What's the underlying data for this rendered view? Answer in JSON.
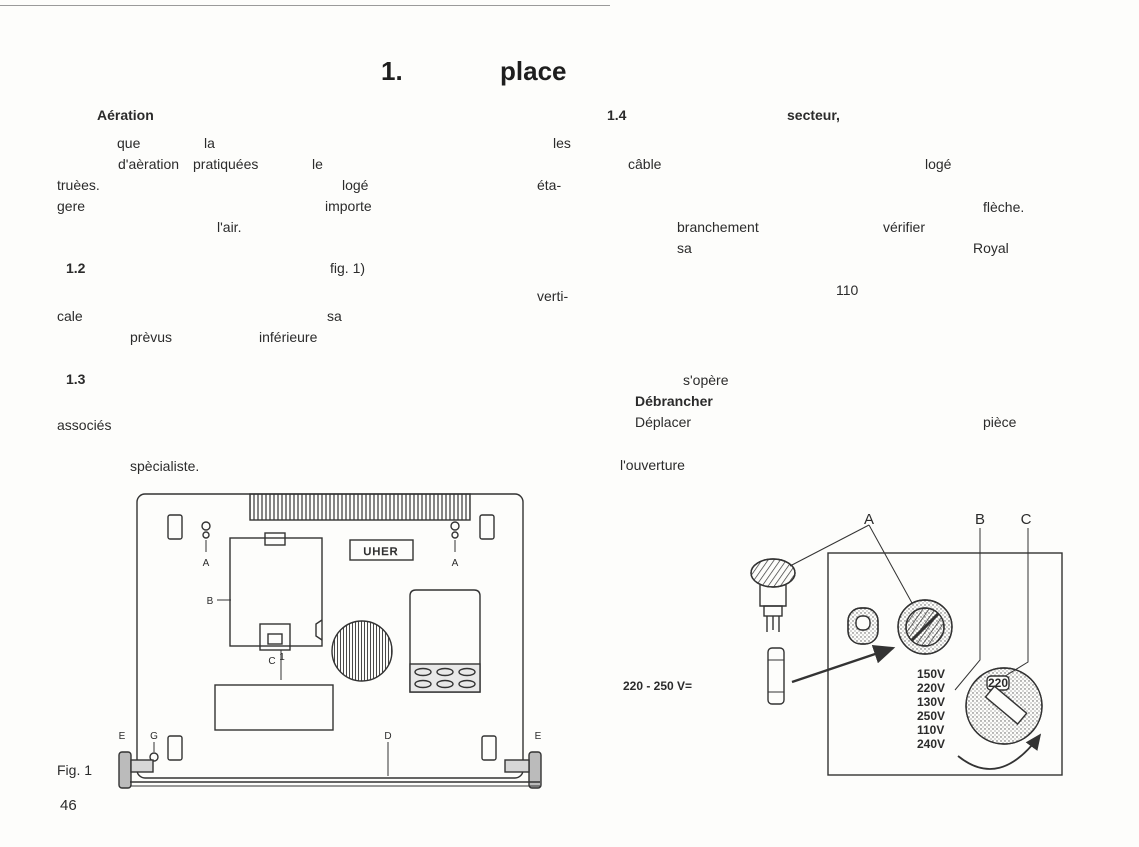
{
  "header": {
    "section_number": "1.",
    "title_word": "place"
  },
  "section_1_1": {
    "heading": "Aération",
    "lines": [
      [
        "que",
        "la",
        "les"
      ],
      [
        "d'aèration",
        "pratiquées",
        "le"
      ],
      [
        "truèes.",
        "logé",
        "éta-"
      ],
      [
        "gere",
        "importe"
      ],
      [
        "l'air."
      ]
    ]
  },
  "section_1_2": {
    "number": "1.2",
    "ref": "fig. 1)",
    "lines": [
      [
        "verti-"
      ],
      [
        "cale",
        "sa"
      ],
      [
        "prèvus",
        "inférieure"
      ]
    ]
  },
  "section_1_3": {
    "number": "1.3",
    "lines": [
      [
        "associés"
      ],
      [
        "spècialiste."
      ]
    ]
  },
  "section_1_4": {
    "number": "1.4",
    "heading": "secteur,",
    "lines": [
      [
        "câble",
        "logé"
      ],
      [
        "flèche."
      ],
      [
        "branchement",
        "vérifier"
      ],
      [
        "sa",
        "Royal"
      ],
      [
        "110"
      ],
      [
        "s'opère"
      ]
    ],
    "unplug_heading": "Débrancher",
    "lines_after": [
      [
        "Déplacer",
        "pièce"
      ],
      [
        "l'ouverture"
      ]
    ]
  },
  "figure_1": {
    "caption": "Fig. 1",
    "brand_logo": "UHER",
    "labels": {
      "a": "A",
      "b": "B",
      "c": "C",
      "one": "1",
      "d": "D",
      "e": "E",
      "g": "G"
    }
  },
  "figure_2": {
    "labels": {
      "a": "A",
      "b": "B",
      "c": "C"
    },
    "voltage_note": "220 - 250 V=",
    "voltage_settings": [
      "150V",
      "220V",
      "130V",
      "250V",
      "110V",
      "240V"
    ],
    "selector_value": "220"
  },
  "page_number": "46",
  "colors": {
    "ink": "#2b2b2b",
    "paper": "#fdfdfb"
  },
  "icons": [
    "curved-arrow-icon",
    "straight-arrow-icon"
  ]
}
